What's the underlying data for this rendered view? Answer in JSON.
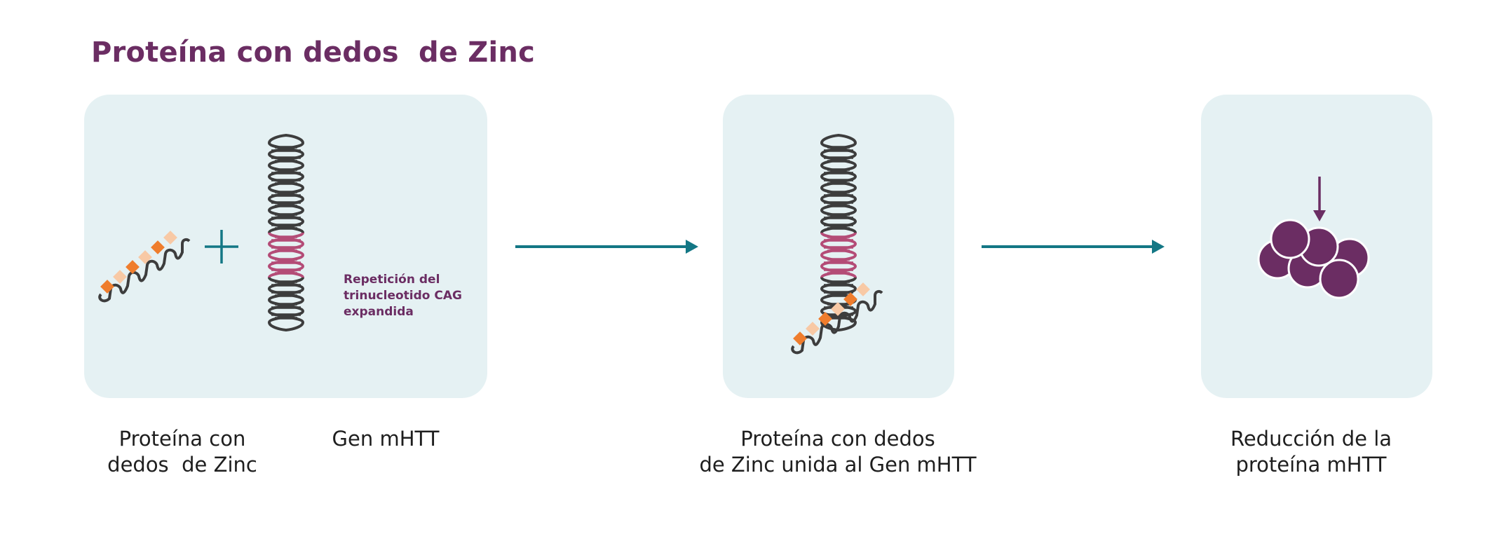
{
  "title": "Proteína con dedos  de Zinc",
  "annotation": "Repetición del trinucleotido CAG expandida",
  "captions": {
    "zinc_finger_protein": "Proteína con\ndedos  de Zinc",
    "gene": "Gen mHTT",
    "bound": "Proteína con dedos\nde Zinc unida al Gen mHTT",
    "reduction": "Reducción de la\nproteína mHTT"
  },
  "colors": {
    "title": "#6b2d63",
    "panel_bg": "#e5f1f3",
    "arrow": "#137785",
    "dna_normal": "#3d3d3d",
    "dna_expanded": "#b44c77",
    "finger_dark": "#ef7d2d",
    "finger_light": "#f8c9a5",
    "protein": "#6b2d63"
  },
  "icons": [
    "plus-icon",
    "dna-helix-icon",
    "zinc-finger-protein-icon",
    "arrow-right-icon",
    "arrow-down-icon",
    "protein-cluster-icon"
  ]
}
